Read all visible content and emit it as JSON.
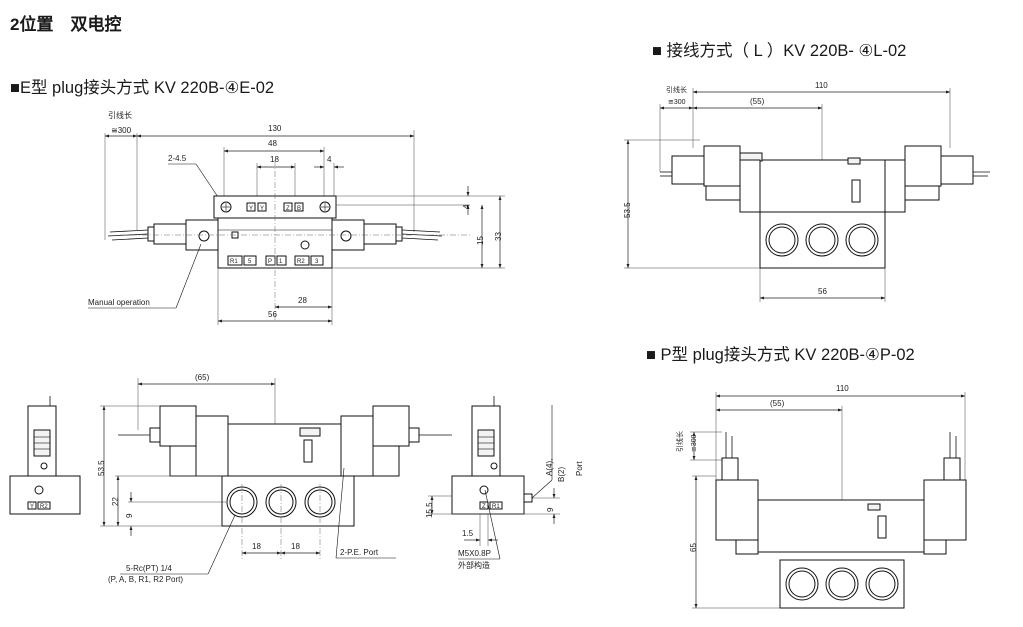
{
  "titles": {
    "main": "2位置　双电控",
    "e_type": "■E型 plug接头方式  KV 220B-④E-02",
    "l_type": "■ 接线方式（ L ）KV 220B- ④L-02",
    "p_type": "■ P型 plug接头方式  KV 220B-④P-02"
  },
  "e_view": {
    "lead": "引线长",
    "lead_val": "≅300",
    "d130": "130",
    "d48": "48",
    "d18": "18",
    "d4a": "4",
    "hole": "2-4.5",
    "d4b": "4",
    "d15": "15",
    "d33": "33",
    "d28": "28",
    "d56": "56",
    "manual": "Manual  operation",
    "lbl_y": "Y",
    "lbl_y2": "Y",
    "lbl_z": "Z",
    "lbl_z2": "B",
    "lbl_r1": "R1",
    "lbl_5": "5",
    "lbl_p": "P",
    "lbl_1": "1",
    "lbl_r2": "R2",
    "lbl_3": "3"
  },
  "front_view": {
    "d65": "(65)",
    "d535": "53.5",
    "d22": "22",
    "d9": "9",
    "d18a": "18",
    "d18b": "18",
    "rc": "5-Rc(PT)  1/4",
    "rc_ports": "(P, A, B, R1, R2 Port)",
    "pe": "2-P.E. Port"
  },
  "side_view": {
    "d155": "15.5",
    "d9": "9",
    "d15": "1.5",
    "ab": "A(4),",
    "b2": "B(2)",
    "port": "Port",
    "m5": "M5X0.8P",
    "ext": "外部构造",
    "lbl_y": "Y",
    "lbl_r2": "R2",
    "lbl_z": "Z",
    "lbl_r1": "R1"
  },
  "l_view": {
    "lead": "引线长",
    "lead_val": "≅300",
    "d110": "110",
    "d55": "(55)",
    "d535": "53.5",
    "d56": "56"
  },
  "p_view": {
    "lead": "引线长",
    "lead_val": "≅300",
    "d110": "110",
    "d55": "(55)",
    "d65": "65"
  }
}
